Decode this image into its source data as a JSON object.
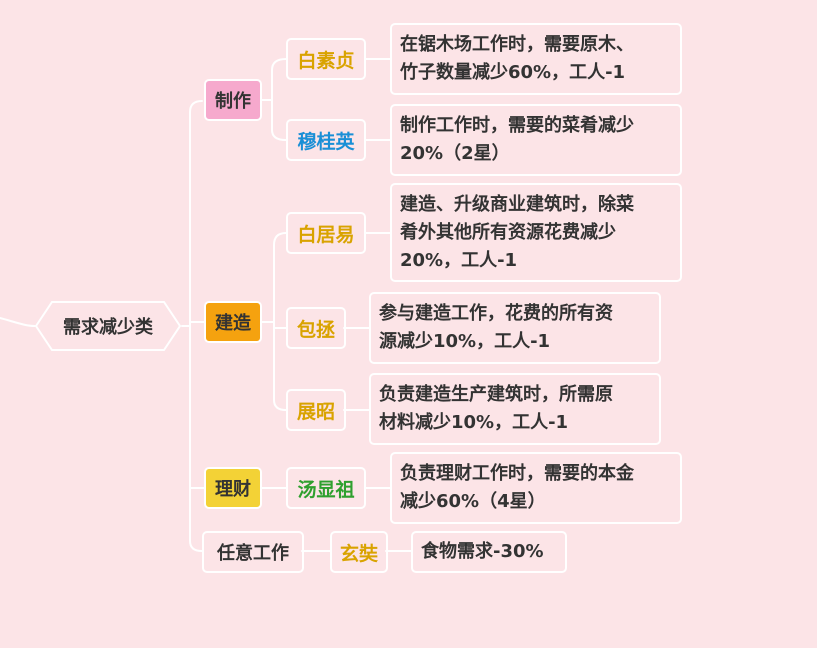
{
  "root": {
    "label": "需求减少类"
  },
  "categories": [
    {
      "label": "制作",
      "color": "#f6a9cd",
      "people": [
        {
          "name": "白素贞",
          "name_color": "#d9a300",
          "desc_lines": [
            "在锯木场工作时，需要原木、",
            "竹子数量减少60%，工人-1"
          ]
        },
        {
          "name": "穆桂英",
          "name_color": "#1a8fd6",
          "desc_lines": [
            "制作工作时，需要的菜肴减少",
            "20%（2星）"
          ]
        }
      ]
    },
    {
      "label": "建造",
      "color": "#f5a20f",
      "people": [
        {
          "name": "白居易",
          "name_color": "#d9a300",
          "desc_lines": [
            "建造、升级商业建筑时，除菜",
            "肴外其他所有资源花费减少",
            "20%，工人-1"
          ]
        },
        {
          "name": "包拯",
          "name_color": "#d9a300",
          "desc_lines": [
            "参与建造工作，花费的所有资",
            "源减少10%，工人-1"
          ]
        },
        {
          "name": "展昭",
          "name_color": "#d9a300",
          "desc_lines": [
            "负责建造生产建筑时，所需原",
            "材料减少10%，工人-1"
          ]
        }
      ]
    },
    {
      "label": "理财",
      "color": "#f3d236",
      "people": [
        {
          "name": "汤显祖",
          "name_color": "#2fa02f",
          "desc_lines": [
            "负责理财工作时，需要的本金",
            "减少60%（4星）"
          ]
        }
      ]
    },
    {
      "label": "任意工作",
      "color": "",
      "people": [
        {
          "name": "玄奘",
          "name_color": "#d9a300",
          "desc_lines": [
            "食物需求-30%"
          ]
        }
      ]
    }
  ]
}
